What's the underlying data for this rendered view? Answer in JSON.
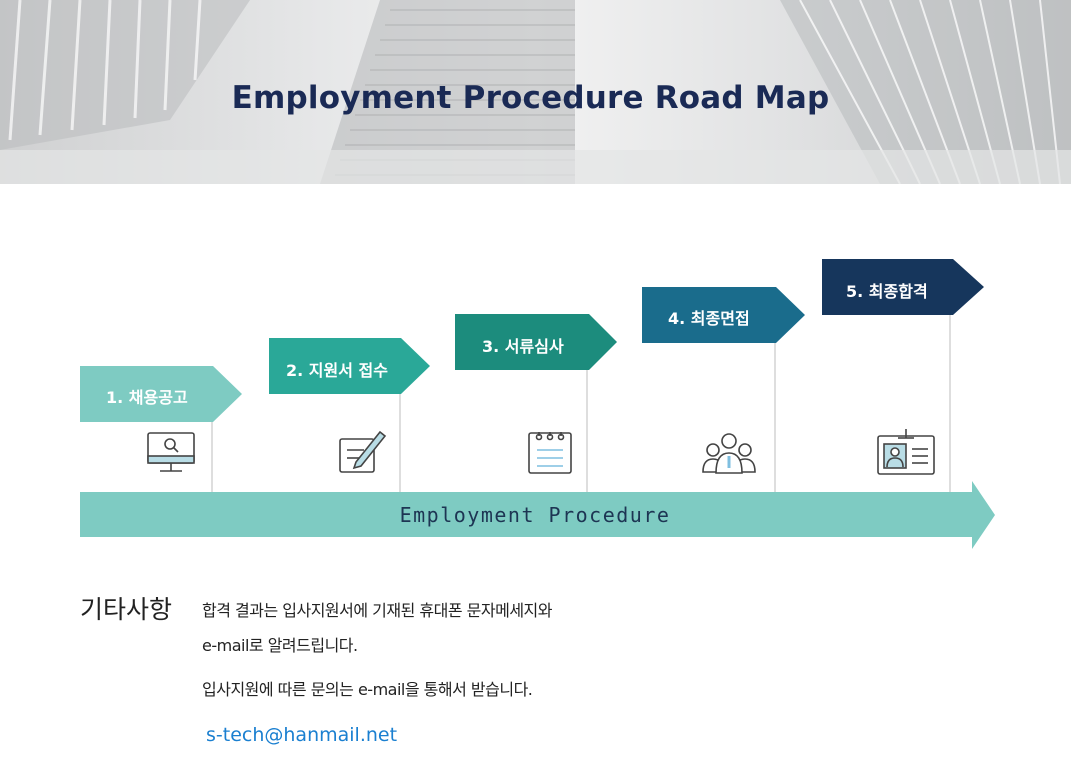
{
  "title": "Employment Procedure Road Map",
  "steps": [
    {
      "label": "1. 채용공고",
      "color": "#7ecbc2",
      "icon": "monitor-search-icon"
    },
    {
      "label": "2. 지원서 접수",
      "color": "#2aa898",
      "icon": "edit-document-icon"
    },
    {
      "label": "3. 서류심사",
      "color": "#1c8c7d",
      "icon": "notepad-icon"
    },
    {
      "label": "4. 최종면접",
      "color": "#1a6c8c",
      "icon": "group-people-icon"
    },
    {
      "label": "5. 최종합격",
      "color": "#16365c",
      "icon": "id-card-icon"
    }
  ],
  "timeline": {
    "label": "Employment Procedure",
    "color": "#7ecbc2"
  },
  "notes": {
    "heading": "기타사항",
    "lines": [
      "합격 결과는 입사지원서에 기재된 휴대폰 문자메세지와",
      "e-mail로 알려드립니다.",
      "입사지원에 따른 문의는 e-mail을 통해서 받습니다."
    ],
    "email": "s-tech@hanmail.net"
  }
}
